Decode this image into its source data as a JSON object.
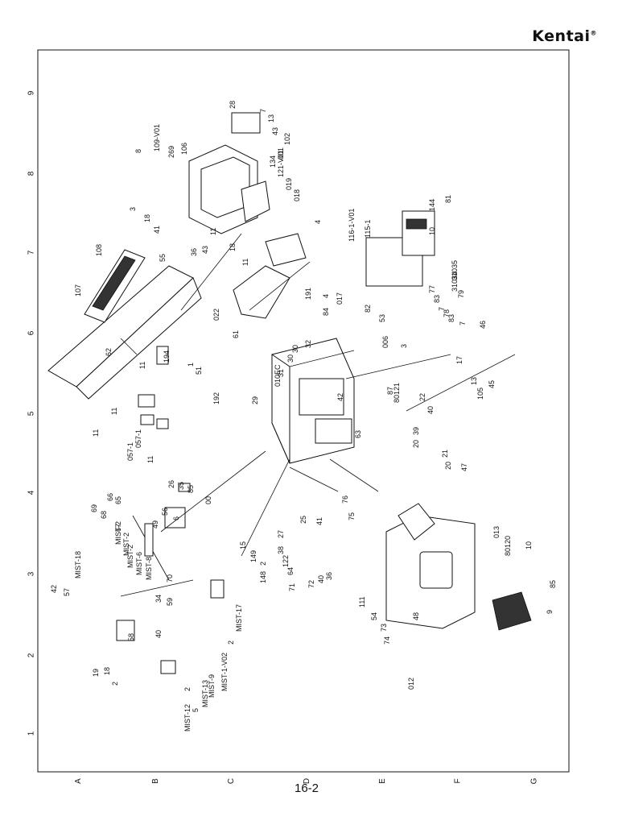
{
  "brand": "Kentai",
  "page_number": "16-2",
  "row_labels": [
    "A",
    "B",
    "C",
    "D",
    "E",
    "F",
    "G"
  ],
  "column_labels": [
    "1",
    "2",
    "3",
    "4",
    "5",
    "6",
    "7",
    "8",
    "9"
  ],
  "part_labels": [
    "28",
    "7",
    "13",
    "43",
    "102",
    "001",
    "134",
    "121-V01",
    "019",
    "018",
    "4",
    "8",
    "109-V01",
    "269",
    "106",
    "3",
    "18",
    "41",
    "55",
    "11",
    "43",
    "36",
    "18",
    "11",
    "108",
    "107",
    "62",
    "022",
    "61",
    "191",
    "4",
    "017",
    "84",
    "006",
    "3",
    "116-1-V01",
    "115-1",
    "144",
    "10",
    "81",
    "82",
    "53",
    "31035",
    "31034",
    "79",
    "77",
    "83",
    "7",
    "78",
    "83",
    "7",
    "11",
    "194",
    "1",
    "51",
    "192",
    "11",
    "11",
    "057-1",
    "057-1",
    "11",
    "29",
    "010EC",
    "31",
    "30",
    "32",
    "30",
    "42",
    "87",
    "80121",
    "22",
    "40",
    "63",
    "46",
    "17",
    "13",
    "105",
    "45",
    "39",
    "20",
    "21",
    "20",
    "47",
    "76",
    "75",
    "26",
    "35",
    "85",
    "00",
    "56",
    "6",
    "49",
    "66",
    "65",
    "69",
    "68",
    "67",
    "MIST-2",
    "MIST-2",
    "MIST-2",
    "MIST-6",
    "MIST-8",
    "70",
    "42",
    "57",
    "MIST-18",
    "34",
    "59",
    "58",
    "40",
    "19",
    "18",
    "2",
    "2",
    "MIST-12",
    "5",
    "MIST-13",
    "MIST-9",
    "MIST-1-V02",
    "2",
    "MIST-17",
    "15",
    "149",
    "2",
    "148",
    "27",
    "25",
    "41",
    "38",
    "122",
    "64",
    "71",
    "72",
    "40",
    "36",
    "111",
    "013",
    "80120",
    "10",
    "85",
    "9",
    "54",
    "73",
    "74",
    "48",
    "012"
  ]
}
